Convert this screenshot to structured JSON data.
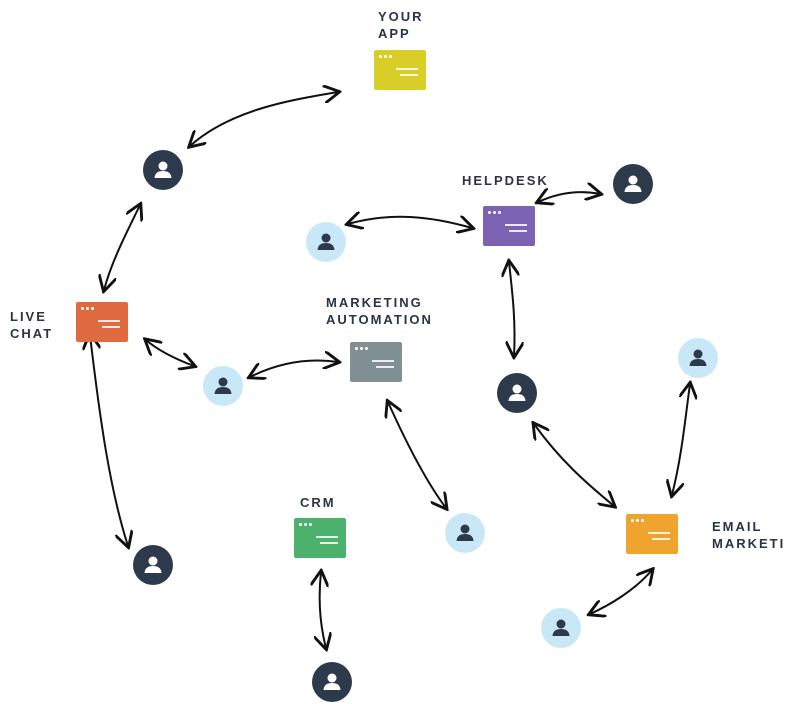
{
  "labels": {
    "your_app": [
      "YOUR",
      "APP"
    ],
    "helpdesk": [
      "HELPDESK"
    ],
    "live_chat": [
      "LIVE",
      "CHAT"
    ],
    "marketing_automation": [
      "MARKETING",
      "AUTOMATION"
    ],
    "crm": [
      "CRM"
    ],
    "email_marketing": [
      "EMAIL",
      "MARKETING"
    ]
  },
  "colors": {
    "your_app": "#d9cd27",
    "helpdesk": "#7b62b2",
    "live_chat": "#df6a3f",
    "marketing_automation": "#7f8f92",
    "crm": "#4db16e",
    "email_marketing": "#efa52d",
    "user_dark": "#2d3a4b",
    "user_light": "#c9e8f7",
    "arrow": "#111111"
  },
  "icons": {
    "app_window": "app-window-icon",
    "user": "person-icon"
  }
}
